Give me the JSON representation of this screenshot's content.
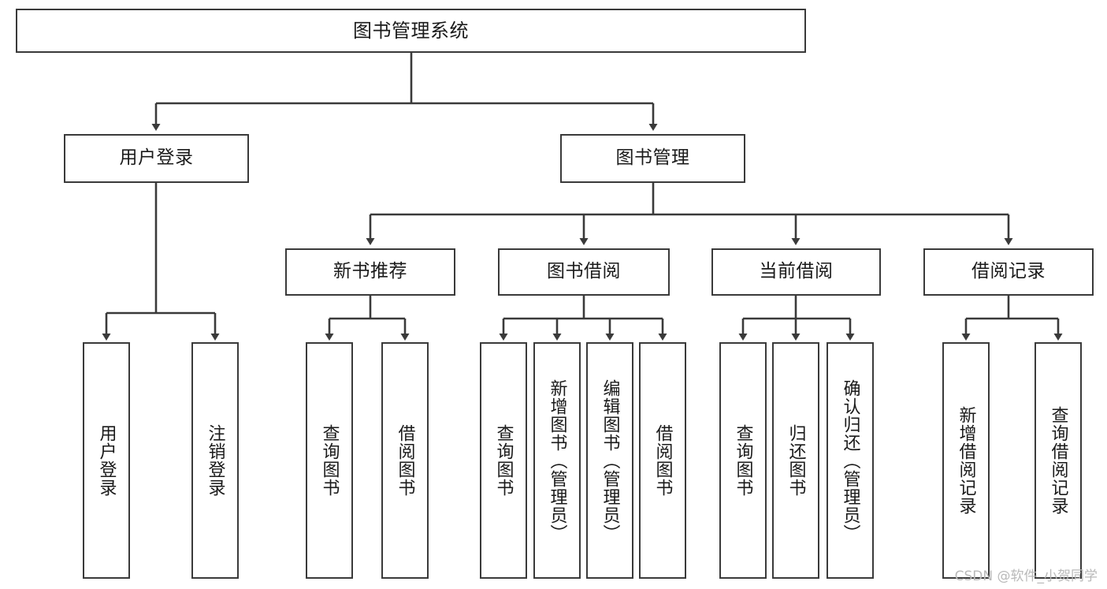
{
  "diagram": {
    "title": "图书管理系统",
    "type": "tree-hierarchy-diagram",
    "root": {
      "label": "图书管理系统"
    },
    "level2": [
      {
        "label": "用户登录"
      },
      {
        "label": "图书管理"
      }
    ],
    "level3": [
      {
        "label": "新书推荐"
      },
      {
        "label": "图书借阅"
      },
      {
        "label": "当前借阅"
      },
      {
        "label": "借阅记录"
      }
    ],
    "leaves": {
      "user_login": [
        {
          "label": "用户登录"
        },
        {
          "label": "注销登录"
        }
      ],
      "new_book_recommend": [
        {
          "label": "查询图书"
        },
        {
          "label": "借阅图书"
        }
      ],
      "book_borrow": [
        {
          "label": "查询图书"
        },
        {
          "label": "新增图书（管理员）"
        },
        {
          "label": "编辑图书（管理员）"
        },
        {
          "label": "借阅图书"
        }
      ],
      "current_borrow": [
        {
          "label": "查询图书"
        },
        {
          "label": "归还图书"
        },
        {
          "label": "确认归还（管理员）"
        }
      ],
      "borrow_record": [
        {
          "label": "新增借阅记录"
        },
        {
          "label": "查询借阅记录"
        }
      ]
    }
  },
  "watermark": {
    "text": "CSDN @软件_小贺同学"
  },
  "colors": {
    "border": "#3a3a3a",
    "text": "#1a1a1a",
    "background": "#ffffff",
    "watermark": "#b9b9b9"
  }
}
